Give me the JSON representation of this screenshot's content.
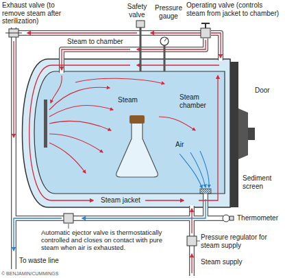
{
  "diagram": {
    "labels": [
      "Exhaust valve (to remove steam after sterilization)",
      "Safety valve",
      "Pressure gauge",
      "Operating valve (controls steam from jacket to chamber)",
      "Steam to chamber",
      "Steam",
      "Steam chamber",
      "Door",
      "Air",
      "Sediment screen",
      "Thermometer",
      "Steam jacket",
      "Automatic ejector valve is thermostatically controlled and closes on contact with pure steam when air is exhausted.",
      "Pressure regulator for steam supply",
      "Steam supply",
      "To waste line",
      "© BENJAMIN/CUMMINGS"
    ]
  }
}
